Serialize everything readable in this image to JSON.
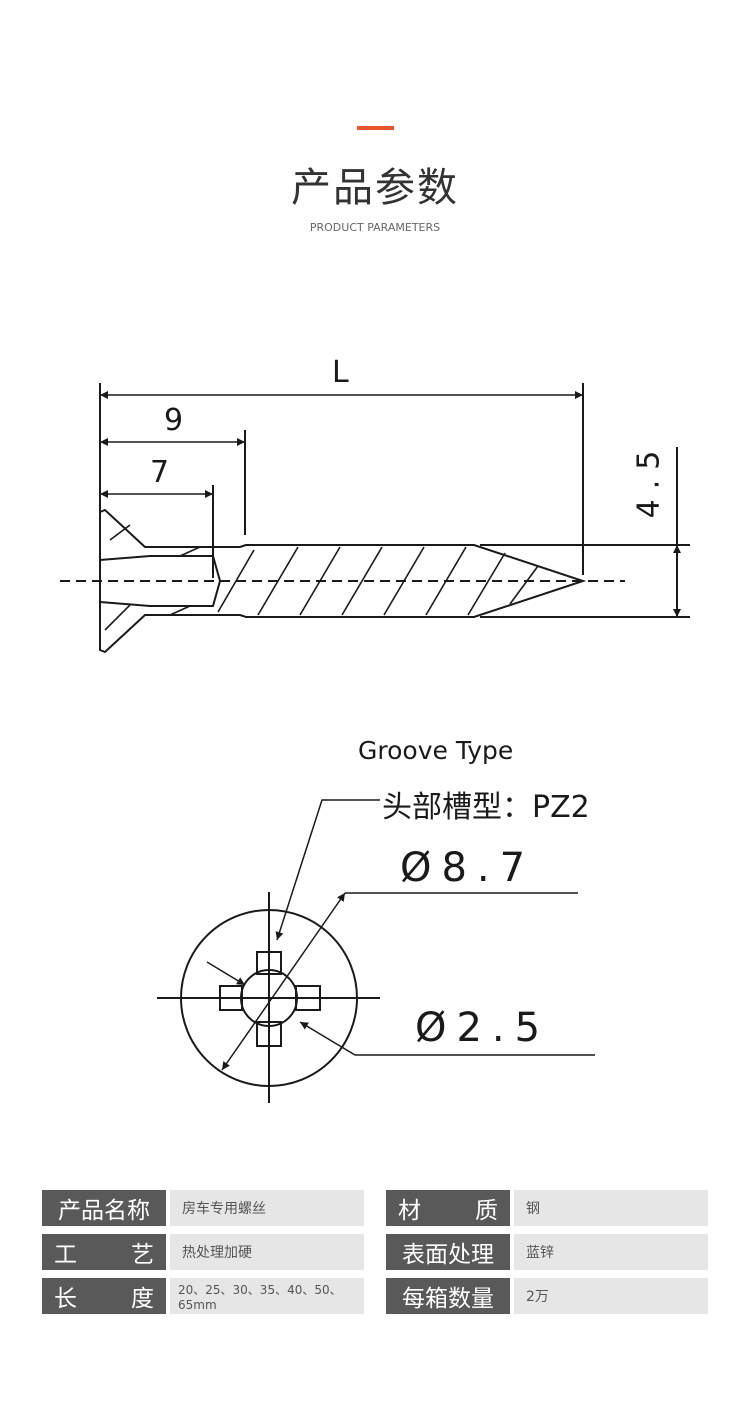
{
  "header": {
    "title": "产品参数",
    "subtitle": "PRODUCT PARAMETERS",
    "accent_color": "#e8572a"
  },
  "drawing": {
    "dim_L": "L",
    "dim_9": "9",
    "dim_7": "7",
    "dim_diameter": "4.5",
    "groove_title": "Groove Type",
    "groove_label": "头部槽型：PZ2",
    "outer_diameter": "Ø8.7",
    "inner_diameter": "Ø2.5"
  },
  "specs": [
    {
      "label_a": "产",
      "label_b": "品名称",
      "label": "产品名称",
      "value": "房车专用螺丝",
      "label2": "材质",
      "l2a": "材",
      "l2b": "质",
      "value2": "钢"
    },
    {
      "label": "工艺",
      "la": "工",
      "lb": "艺",
      "value": "热处理加硬",
      "label2": "表面处理",
      "value2": "蓝锌"
    },
    {
      "label": "长度",
      "la": "长",
      "lb": "度",
      "value": "20、25、30、35、40、50、65mm",
      "label2": "每箱数量",
      "value2": "2万"
    }
  ]
}
